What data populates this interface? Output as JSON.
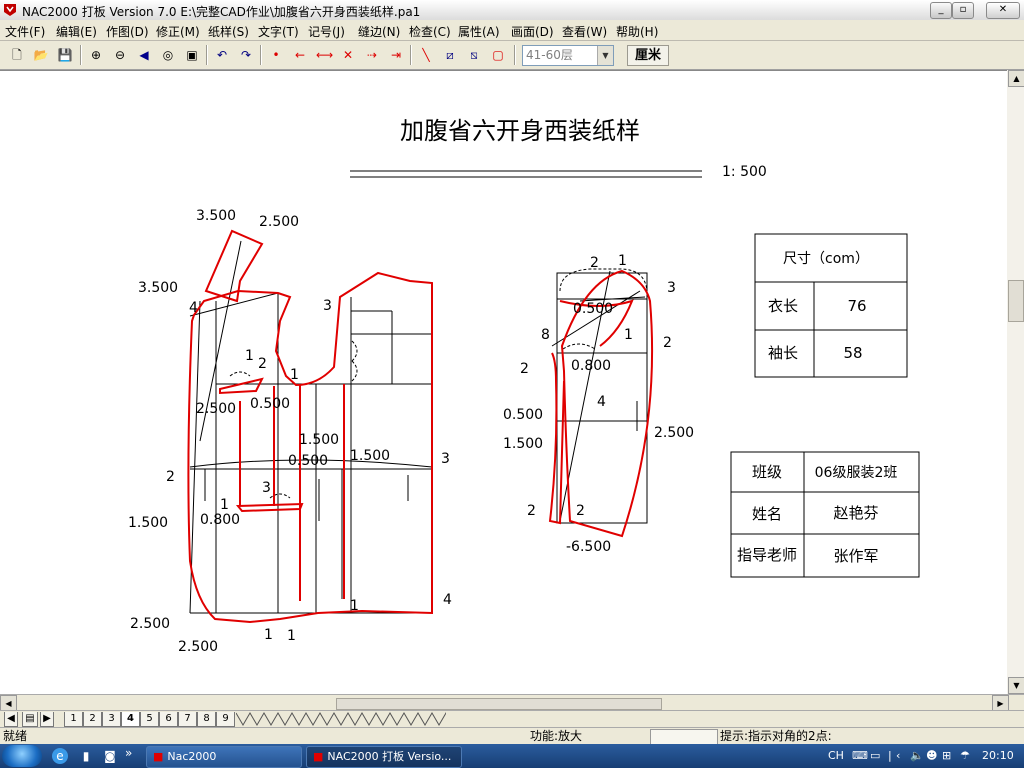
{
  "window": {
    "title": "NAC2000 打板 Version 7.0  E:\\完整CAD作业\\加腹省六开身西装纸样.pa1"
  },
  "menu": [
    "文件(F)",
    "编辑(E)",
    "作图(D)",
    "修正(M)",
    "纸样(S)",
    "文字(T)",
    "记号(J)",
    "缝边(N)",
    "检查(C)",
    "属性(A)",
    "画面(D)",
    "查看(W)",
    "帮助(H)"
  ],
  "toolbar": {
    "layer_value": "41-60层",
    "unit_label": "厘米"
  },
  "drawing": {
    "title": "加腹省六开身西装纸样",
    "scale": "1: 500",
    "size_table": {
      "header": "尺寸（com）",
      "rows": [
        {
          "label": "衣长",
          "value": "76"
        },
        {
          "label": "袖长",
          "value": "58"
        }
      ]
    },
    "info_table": {
      "rows": [
        {
          "label": "班级",
          "value": "06级服装2班"
        },
        {
          "label": "姓名",
          "value": "赵艳芬"
        },
        {
          "label": "指导老师",
          "value": "张作军"
        }
      ]
    },
    "dims": {
      "collar_a": "3.500",
      "collar_b": "2.500",
      "collar_c": "3.500",
      "d_2500": "2.500",
      "d_0500a": "0.500",
      "d_1500a": "1.500",
      "d_1500b": "1.500",
      "d_0500b": "0.500",
      "d_0800a": "0.800",
      "d_1500c": "1.500",
      "d_2500b": "2.500",
      "d_2500c": "2.500",
      "s_0500a": "0.500",
      "s_0800": "0.800",
      "s_0500b": "0.500",
      "s_1500": "1.500",
      "s_2500": "2.500",
      "s_minus": "-6.500",
      "n1": "1",
      "n2": "2",
      "n3": "3",
      "n4": "4",
      "n8": "8"
    }
  },
  "tabs": [
    "1",
    "2",
    "3",
    "4",
    "5",
    "6",
    "7",
    "8",
    "9"
  ],
  "active_tab": "4",
  "status": {
    "left": "就绪",
    "function": "功能:放大",
    "hint": "提示:指示对角的2点:"
  },
  "taskbar": {
    "items": [
      "Nac2000",
      "NAC2000 打板 Versio..."
    ],
    "tray_lang": "CH",
    "clock": "20:10"
  }
}
